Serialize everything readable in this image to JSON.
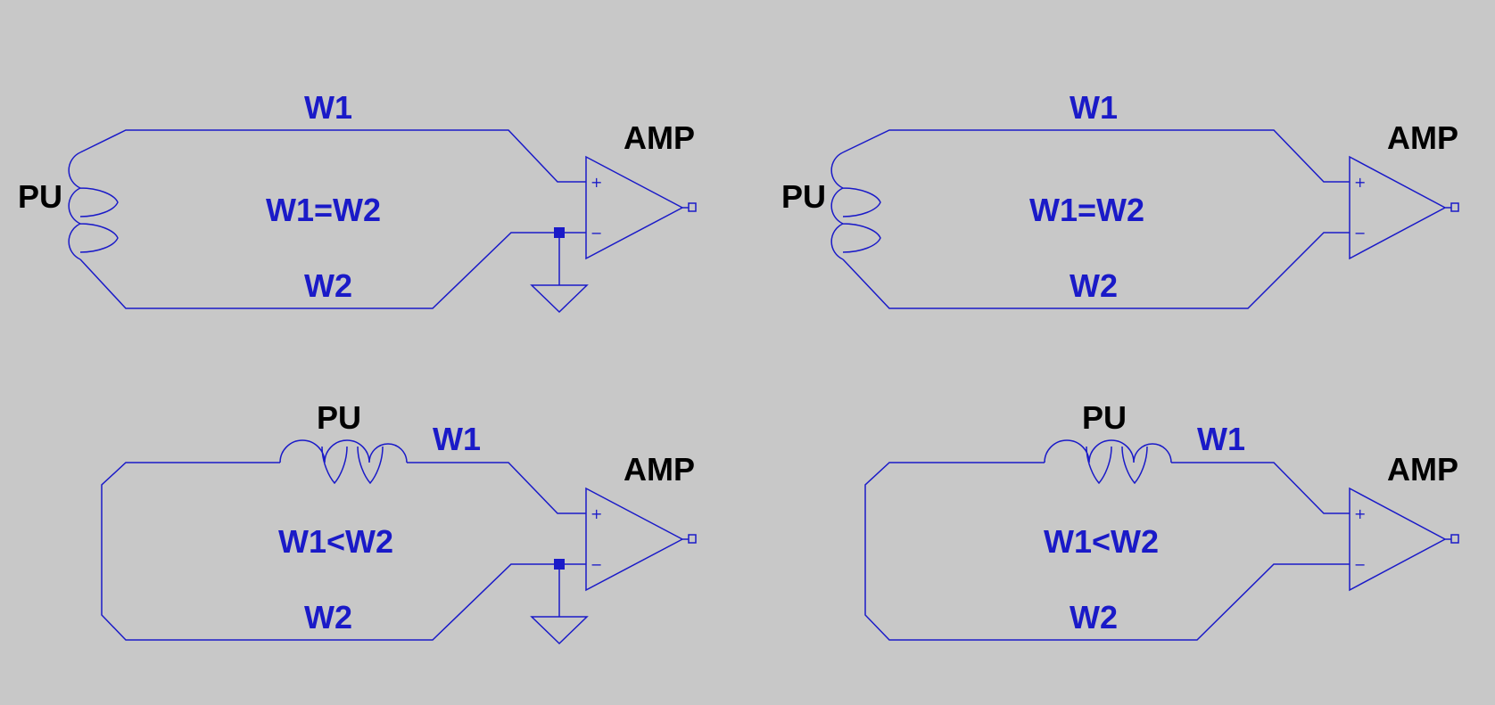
{
  "circuits": [
    {
      "wire_top_label": "W1",
      "wire_bottom_label": "W2",
      "relation_label": "W1=W2",
      "pickup_label": "PU",
      "amp_label": "AMP",
      "amp_plus": "+",
      "amp_minus": "−",
      "grounded": true
    },
    {
      "wire_top_label": "W1",
      "wire_bottom_label": "W2",
      "relation_label": "W1=W2",
      "pickup_label": "PU",
      "amp_label": "AMP",
      "amp_plus": "+",
      "amp_minus": "−",
      "grounded": false
    },
    {
      "wire_top_label": "W1",
      "wire_bottom_label": "W2",
      "relation_label": "W1<W2",
      "pickup_label": "PU",
      "amp_label": "AMP",
      "amp_plus": "+",
      "amp_minus": "−",
      "grounded": true
    },
    {
      "wire_top_label": "W1",
      "wire_bottom_label": "W2",
      "relation_label": "W1<W2",
      "pickup_label": "PU",
      "amp_label": "AMP",
      "amp_plus": "+",
      "amp_minus": "−",
      "grounded": false
    }
  ],
  "colors": {
    "background": "#c8c8c8",
    "wire": "#1a1ac8",
    "label_black": "#000000"
  }
}
